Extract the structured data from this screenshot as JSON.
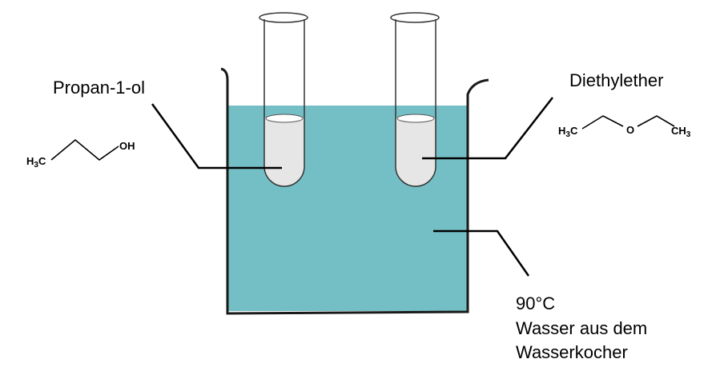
{
  "labels": {
    "left_substance": "Propan-1-ol",
    "right_substance": "Diethylether",
    "bath_temperature": "90°C",
    "bath_line1": "Wasser aus dem",
    "bath_line2": "Wasserkocher"
  },
  "formula_propanol": {
    "left_group_main": "H",
    "left_group_sub": "3",
    "left_group_tail": "C",
    "right_group": "OH"
  },
  "formula_ether": {
    "left_group_main": "H",
    "left_group_sub": "3",
    "left_group_tail": "C",
    "oxygen": "O",
    "right_group_main": "CH",
    "right_group_sub": "3"
  },
  "colors": {
    "water": "#74bfc6",
    "liquid": "#e6e6e6",
    "outline": "#1a1a1a"
  }
}
